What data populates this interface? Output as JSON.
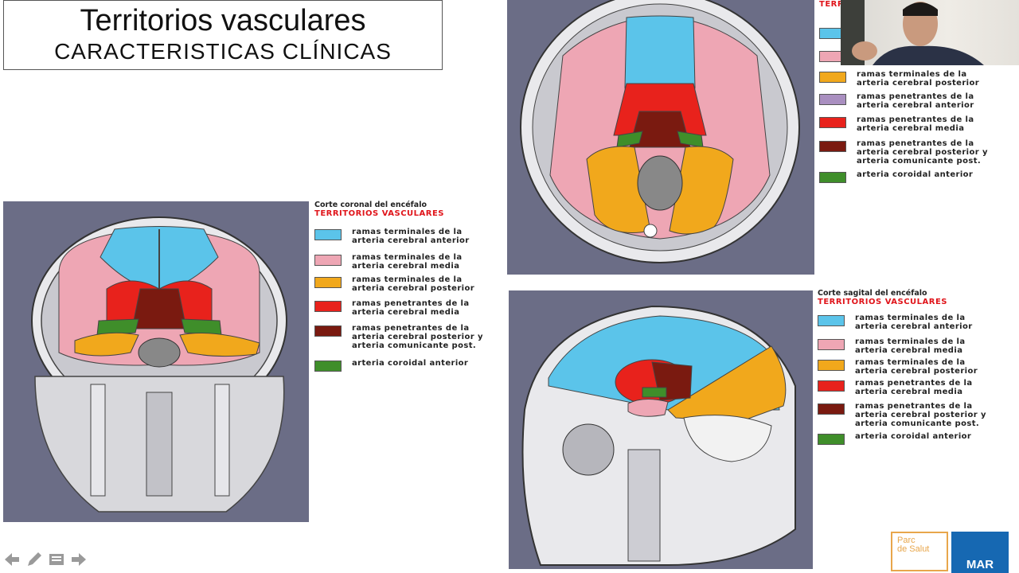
{
  "title": {
    "main": "Territorios vasculares",
    "sub": "CARACTERISTICAS CLÍNICAS"
  },
  "colors": {
    "panel_bg": "#6b6d86",
    "blue": "#5bc4ea",
    "pink": "#eea6b4",
    "orange": "#f1a81c",
    "purple": "#a98fc0",
    "red": "#e8221c",
    "dark_red": "#7a1a10",
    "green": "#3f8e2a",
    "title_red": "#e0141a"
  },
  "coronal": {
    "header": "Corte coronal del encéfalo",
    "territories": "TERRITORIOS VASCULARES",
    "items": [
      {
        "color": "#5bc4ea",
        "l1": "ramas terminales de la",
        "l2": "arteria cerebral anterior"
      },
      {
        "color": "#eea6b4",
        "l1": "ramas terminales de la",
        "l2": "arteria cerebral media"
      },
      {
        "color": "#f1a81c",
        "l1": "ramas terminales de la",
        "l2": "arteria cerebral posterior"
      },
      {
        "color": "#e8221c",
        "l1": "ramas penetrantes de la",
        "l2": "arteria cerebral media"
      },
      {
        "color": "#7a1a10",
        "l1": "ramas penetrantes de la",
        "l2": "arteria cerebral posterior y",
        "l3": "arteria comunicante post."
      },
      {
        "color": "#3f8e2a",
        "l1": "arteria coroidal anterior"
      }
    ]
  },
  "axial": {
    "header": "",
    "territories": "TERR",
    "items": [
      {
        "color": "#5bc4ea",
        "l1": "",
        "l2": ""
      },
      {
        "color": "#eea6b4",
        "l1": "",
        "l2": ""
      },
      {
        "color": "#f1a81c",
        "l1": "ramas terminales de la",
        "l2": "arteria cerebral posterior"
      },
      {
        "color": "#a98fc0",
        "l1": "ramas penetrantes de la",
        "l2": "arteria cerebral anterior"
      },
      {
        "color": "#e8221c",
        "l1": "ramas penetrantes de la",
        "l2": "arteria cerebral media"
      },
      {
        "color": "#7a1a10",
        "l1": "ramas penetrantes de la",
        "l2": "arteria cerebral posterior y",
        "l3": "arteria comunicante post."
      },
      {
        "color": "#3f8e2a",
        "l1": "arteria coroidal anterior"
      }
    ]
  },
  "sagittal": {
    "header": "Corte sagital del encéfalo",
    "territories": "TERRITORIOS VASCULARES",
    "items": [
      {
        "color": "#5bc4ea",
        "l1": "ramas terminales de la",
        "l2": "arteria cerebral anterior"
      },
      {
        "color": "#eea6b4",
        "l1": "ramas terminales de la",
        "l2": "arteria cerebral media"
      },
      {
        "color": "#f1a81c",
        "l1": "ramas terminales de la",
        "l2": "arteria cerebral posterior"
      },
      {
        "color": "#e8221c",
        "l1": "ramas penetrantes de la",
        "l2": "arteria cerebral media"
      },
      {
        "color": "#7a1a10",
        "l1": "ramas penetrantes de la",
        "l2": "arteria cerebral posterior y",
        "l3": "arteria comunicante post."
      },
      {
        "color": "#3f8e2a",
        "l1": "arteria coroidal anterior"
      }
    ]
  },
  "logo": {
    "line1": "Parc",
    "line2": "de Salut",
    "mar": "MAR"
  },
  "nav_icons": [
    "arrow-left-icon",
    "pen-icon",
    "menu-icon",
    "arrow-right-icon"
  ]
}
